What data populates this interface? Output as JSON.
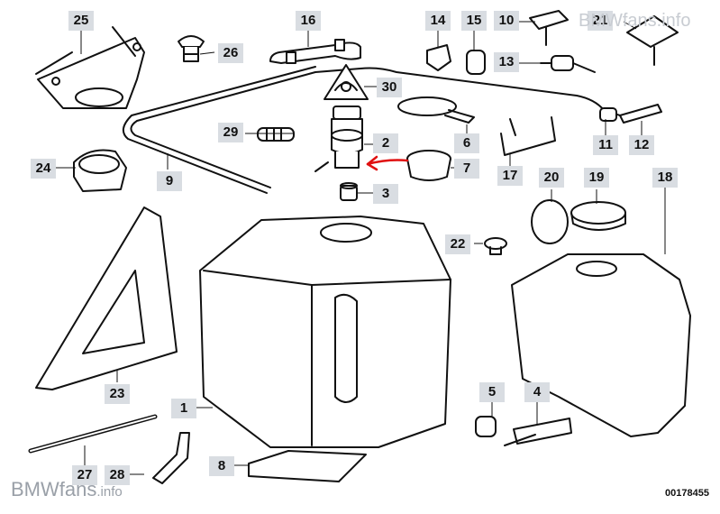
{
  "diagram": {
    "drawing_number": "00178455",
    "watermark_top": "BMWfans.info",
    "watermark_bottom_main": "BMWfans",
    "watermark_bottom_suffix": ".info",
    "colors": {
      "line": "#111111",
      "callout_bg": "#d9dde2",
      "highlight_arrow": "#e01010",
      "watermark": "#9aa0a8"
    },
    "callouts": [
      {
        "id": "1",
        "label": "1"
      },
      {
        "id": "2",
        "label": "2"
      },
      {
        "id": "3",
        "label": "3"
      },
      {
        "id": "4",
        "label": "4"
      },
      {
        "id": "5",
        "label": "5"
      },
      {
        "id": "6",
        "label": "6"
      },
      {
        "id": "7",
        "label": "7"
      },
      {
        "id": "8",
        "label": "8"
      },
      {
        "id": "9",
        "label": "9"
      },
      {
        "id": "10",
        "label": "10"
      },
      {
        "id": "11",
        "label": "11"
      },
      {
        "id": "12",
        "label": "12"
      },
      {
        "id": "13",
        "label": "13"
      },
      {
        "id": "14",
        "label": "14"
      },
      {
        "id": "15",
        "label": "15"
      },
      {
        "id": "16",
        "label": "16"
      },
      {
        "id": "17",
        "label": "17"
      },
      {
        "id": "18",
        "label": "18"
      },
      {
        "id": "19",
        "label": "19"
      },
      {
        "id": "20",
        "label": "20"
      },
      {
        "id": "21",
        "label": "21"
      },
      {
        "id": "22",
        "label": "22"
      },
      {
        "id": "23",
        "label": "23"
      },
      {
        "id": "24",
        "label": "24"
      },
      {
        "id": "25",
        "label": "25"
      },
      {
        "id": "26",
        "label": "26"
      },
      {
        "id": "27",
        "label": "27"
      },
      {
        "id": "28",
        "label": "28"
      },
      {
        "id": "29",
        "label": "29"
      },
      {
        "id": "30",
        "label": "30"
      }
    ]
  }
}
